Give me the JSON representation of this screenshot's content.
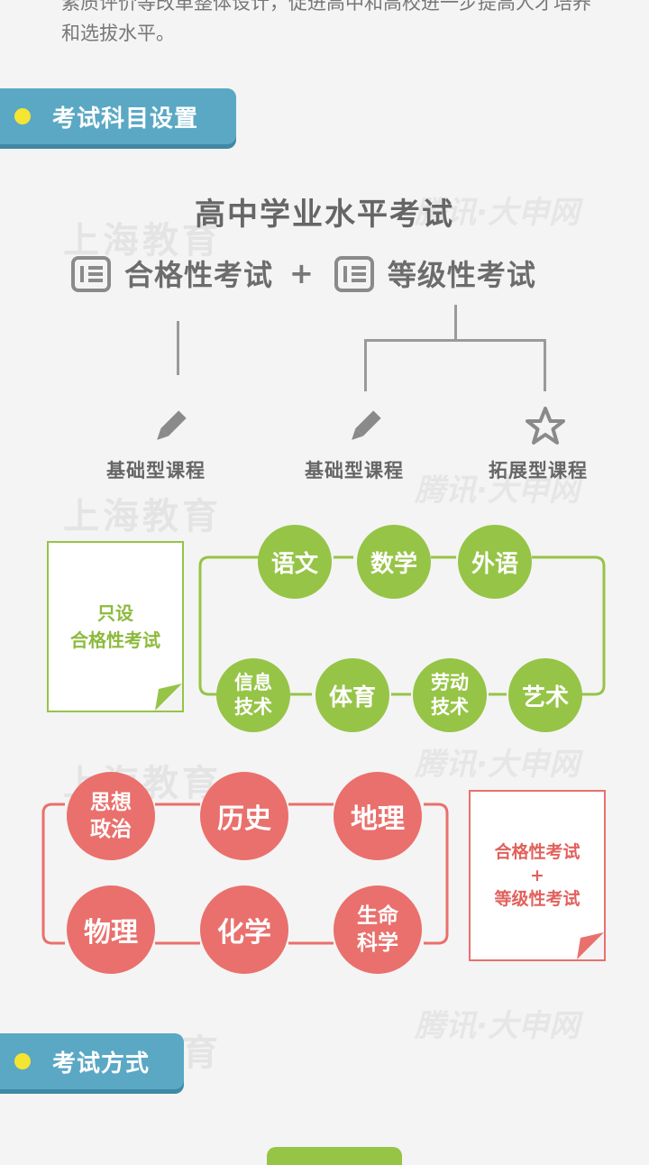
{
  "intro_text": "素质评价等改革整体设计，促进高中和高校进一步提高人才培养和选拔水平。",
  "section1": {
    "title": "考试科目设置"
  },
  "section2": {
    "title": "考试方式"
  },
  "diagram": {
    "title": "高中学业水平考试",
    "exam_left": "合格性考试",
    "plus": "+",
    "exam_right": "等级性考试",
    "course_1": "基础型课程",
    "course_2": "基础型课程",
    "course_3": "拓展型课程",
    "green_note": [
      "只设",
      "合格性考试"
    ],
    "green_subjects": [
      "语文",
      "数学",
      "外语",
      "信息\n技术",
      "体育",
      "劳动\n技术",
      "艺术"
    ],
    "red_subjects": [
      "思想\n政治",
      "历史",
      "地理",
      "物理",
      "化学",
      "生命\n科学"
    ],
    "red_note": [
      "合格性考试",
      "+",
      "等级性考试"
    ]
  },
  "watermarks": {
    "shanghai": "上海教育",
    "tencent": "腾讯·大申网"
  },
  "colors": {
    "tag_blue": "#5aa8c4",
    "dot_yellow": "#f4e533",
    "green": "#96c447",
    "red": "#e9706c",
    "gray_line": "#9a9a9a"
  },
  "icons": [
    "document-icon",
    "pencil-icon",
    "star-icon"
  ]
}
